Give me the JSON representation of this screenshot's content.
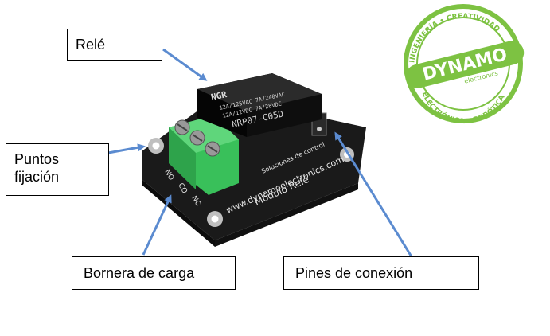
{
  "labels": {
    "rele": "Relé",
    "puntos_line1": "Puntos",
    "puntos_line2": "fijación",
    "bornera": "Bornera de carga",
    "pines": "Pines de conexión"
  },
  "relay": {
    "brand": "NGR",
    "spec_line1": "12A/125VAC  7A/240VAC",
    "spec_line2": "12A/12VDC  7A/28VDC",
    "model": "NRP07-C05D"
  },
  "board": {
    "name": "Módulo Relé",
    "url": "www.dynamoelectronics.com",
    "tagline": "Soluciones de control",
    "terminal_labels": [
      "NO",
      "CO",
      "NC"
    ]
  },
  "logo": {
    "name": "DYNAMO",
    "subtitle": "electronics",
    "ring_top": "INGENIERÍA • CREATIVIDAD",
    "ring_bottom": "• ELECTRÓNICA • ROBÓTICA"
  },
  "colors": {
    "arrow": "#5b8bd0",
    "board": "#1a1a1a",
    "terminal": "#39c05a",
    "logo_green": "#7dc242"
  }
}
